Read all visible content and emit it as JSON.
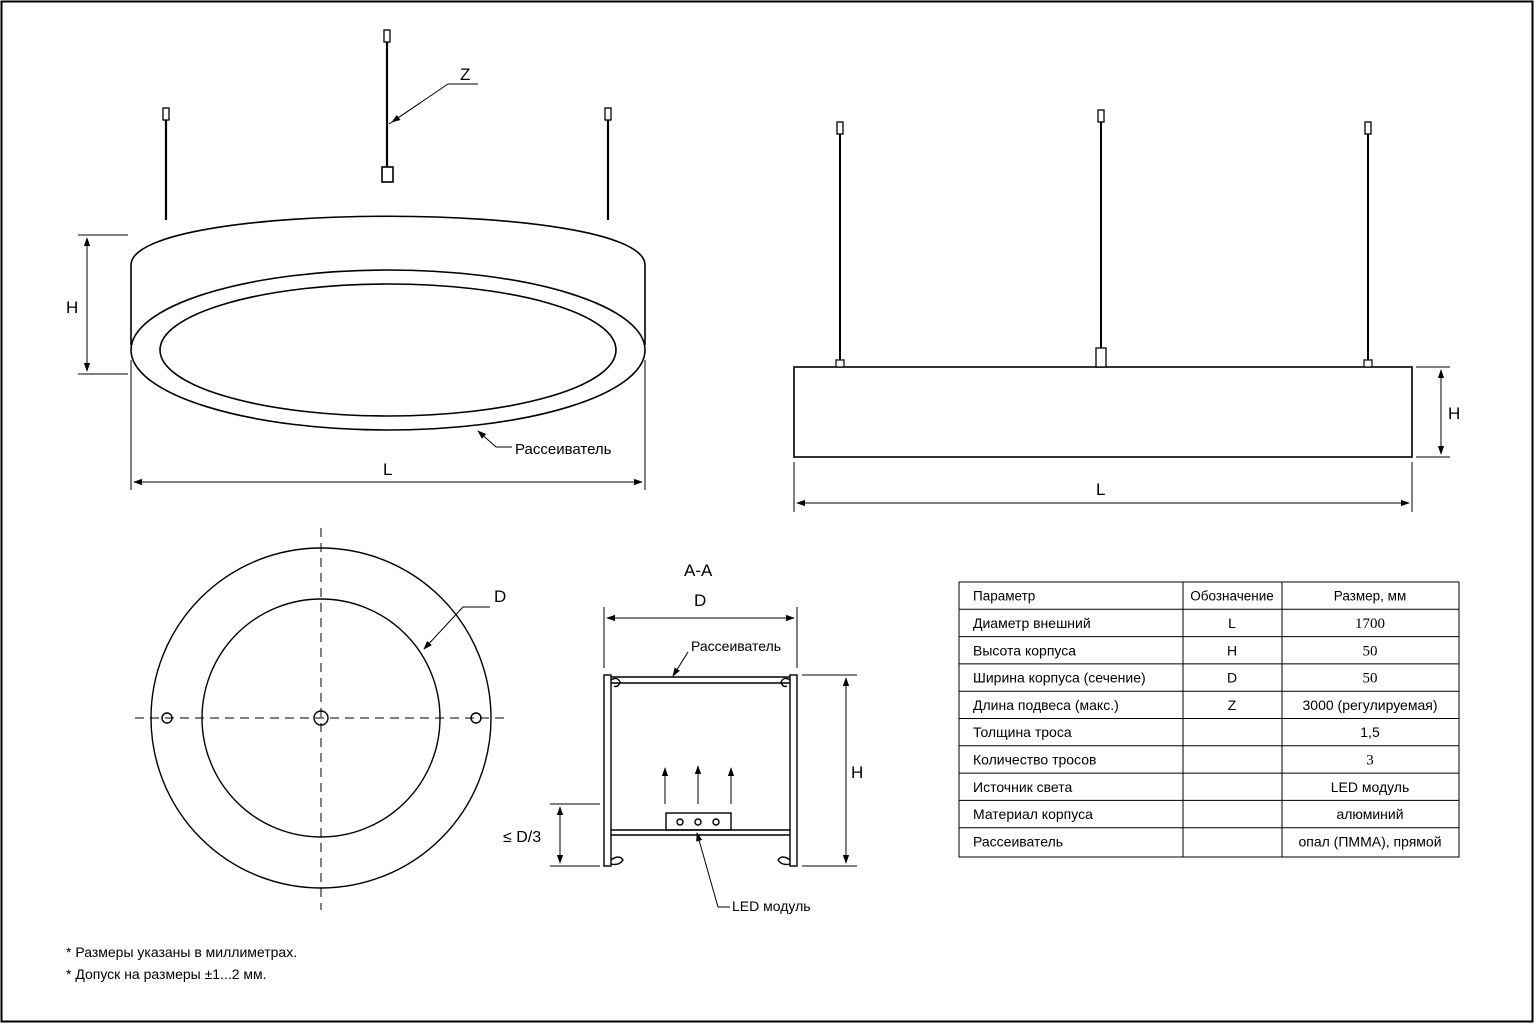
{
  "views": {
    "perspective": {
      "dim_L": "L",
      "dim_H": "H",
      "dim_Z": "Z",
      "diffuser_label": "Рассеиватель"
    },
    "side": {
      "dim_L": "L",
      "dim_H": "H"
    },
    "top": {
      "dim_D": "D"
    },
    "section": {
      "title": "А-А",
      "dim_D": "D",
      "dim_H": "H",
      "dim_D3": "≤ D/3",
      "diffuser_label": "Рассеиватель",
      "led_label": "LED модуль"
    }
  },
  "table": {
    "headers": [
      "Параметр",
      "Обозначение",
      "Размер, мм"
    ],
    "rows": [
      [
        "Диаметр внешний",
        "L",
        "1700"
      ],
      [
        "Высота корпуса",
        "H",
        "50"
      ],
      [
        "Ширина корпуса (сечение)",
        "D",
        "50"
      ],
      [
        "Длина подвеса (макс.)",
        "Z",
        "3000 (регулируемая)"
      ],
      [
        "Толщина троса",
        "",
        "1,5"
      ],
      [
        "Количество тросов",
        "",
        "3"
      ],
      [
        "Источник света",
        "",
        "LED модуль"
      ],
      [
        "Материал корпуса",
        "",
        "алюминий"
      ],
      [
        "Рассеиватель",
        "",
        "опал (ПММА), прямой"
      ]
    ]
  },
  "notes": {
    "n1": "* Размеры указаны в миллиметрах.",
    "n2": "* Допуск на размеры ±1...2 мм."
  }
}
